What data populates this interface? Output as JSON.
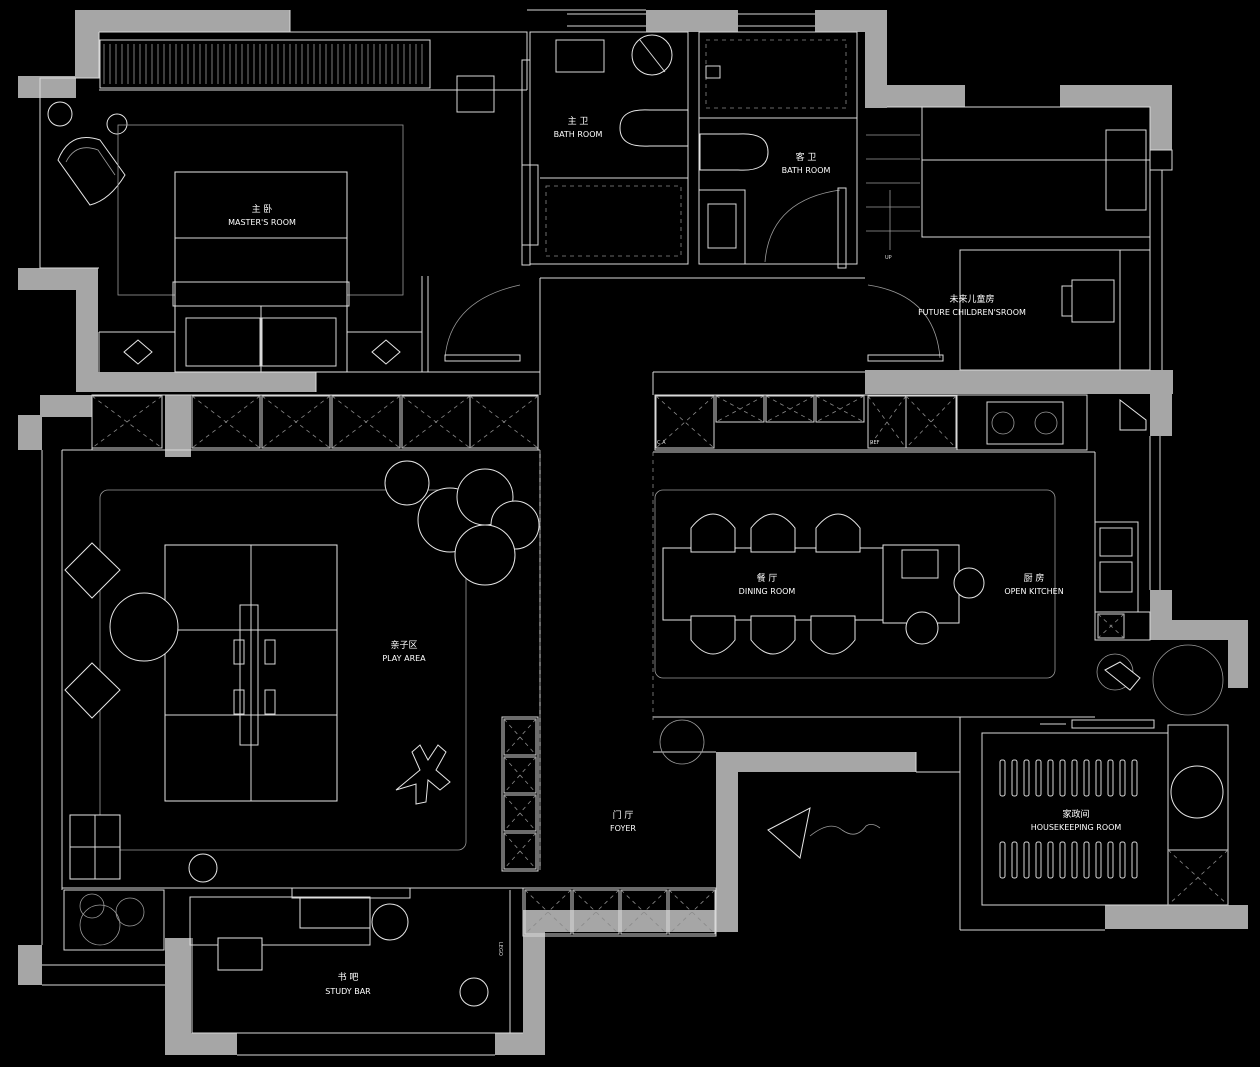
{
  "rooms": {
    "master": {
      "zh": "主 卧",
      "en": "MASTER'S ROOM"
    },
    "master_bath": {
      "zh": "主 卫",
      "en": "BATH ROOM"
    },
    "guest_bath": {
      "zh": "客 卫",
      "en": "BATH ROOM"
    },
    "children": {
      "zh": "未来儿童房",
      "en": "FUTURE CHILDREN'SROOM"
    },
    "play": {
      "zh": "亲子区",
      "en": "PLAY AREA"
    },
    "dining": {
      "zh": "餐 厅",
      "en": "DINING ROOM"
    },
    "kitchen": {
      "zh": "厨 房",
      "en": "OPEN KITCHEN"
    },
    "foyer": {
      "zh": "门 厅",
      "en": "FOYER"
    },
    "housekeeping": {
      "zh": "家政间",
      "en": "HOUSEKEEPING ROOM"
    },
    "study": {
      "zh": "书 吧",
      "en": "STUDY BAR"
    }
  },
  "annotations": {
    "up": "UP",
    "ca": "C.A",
    "ref": "REF",
    "lego": "LEGO"
  },
  "colors": {
    "background": "#000000",
    "wall": "#a6a6a6",
    "line": "#d9d9d9"
  }
}
